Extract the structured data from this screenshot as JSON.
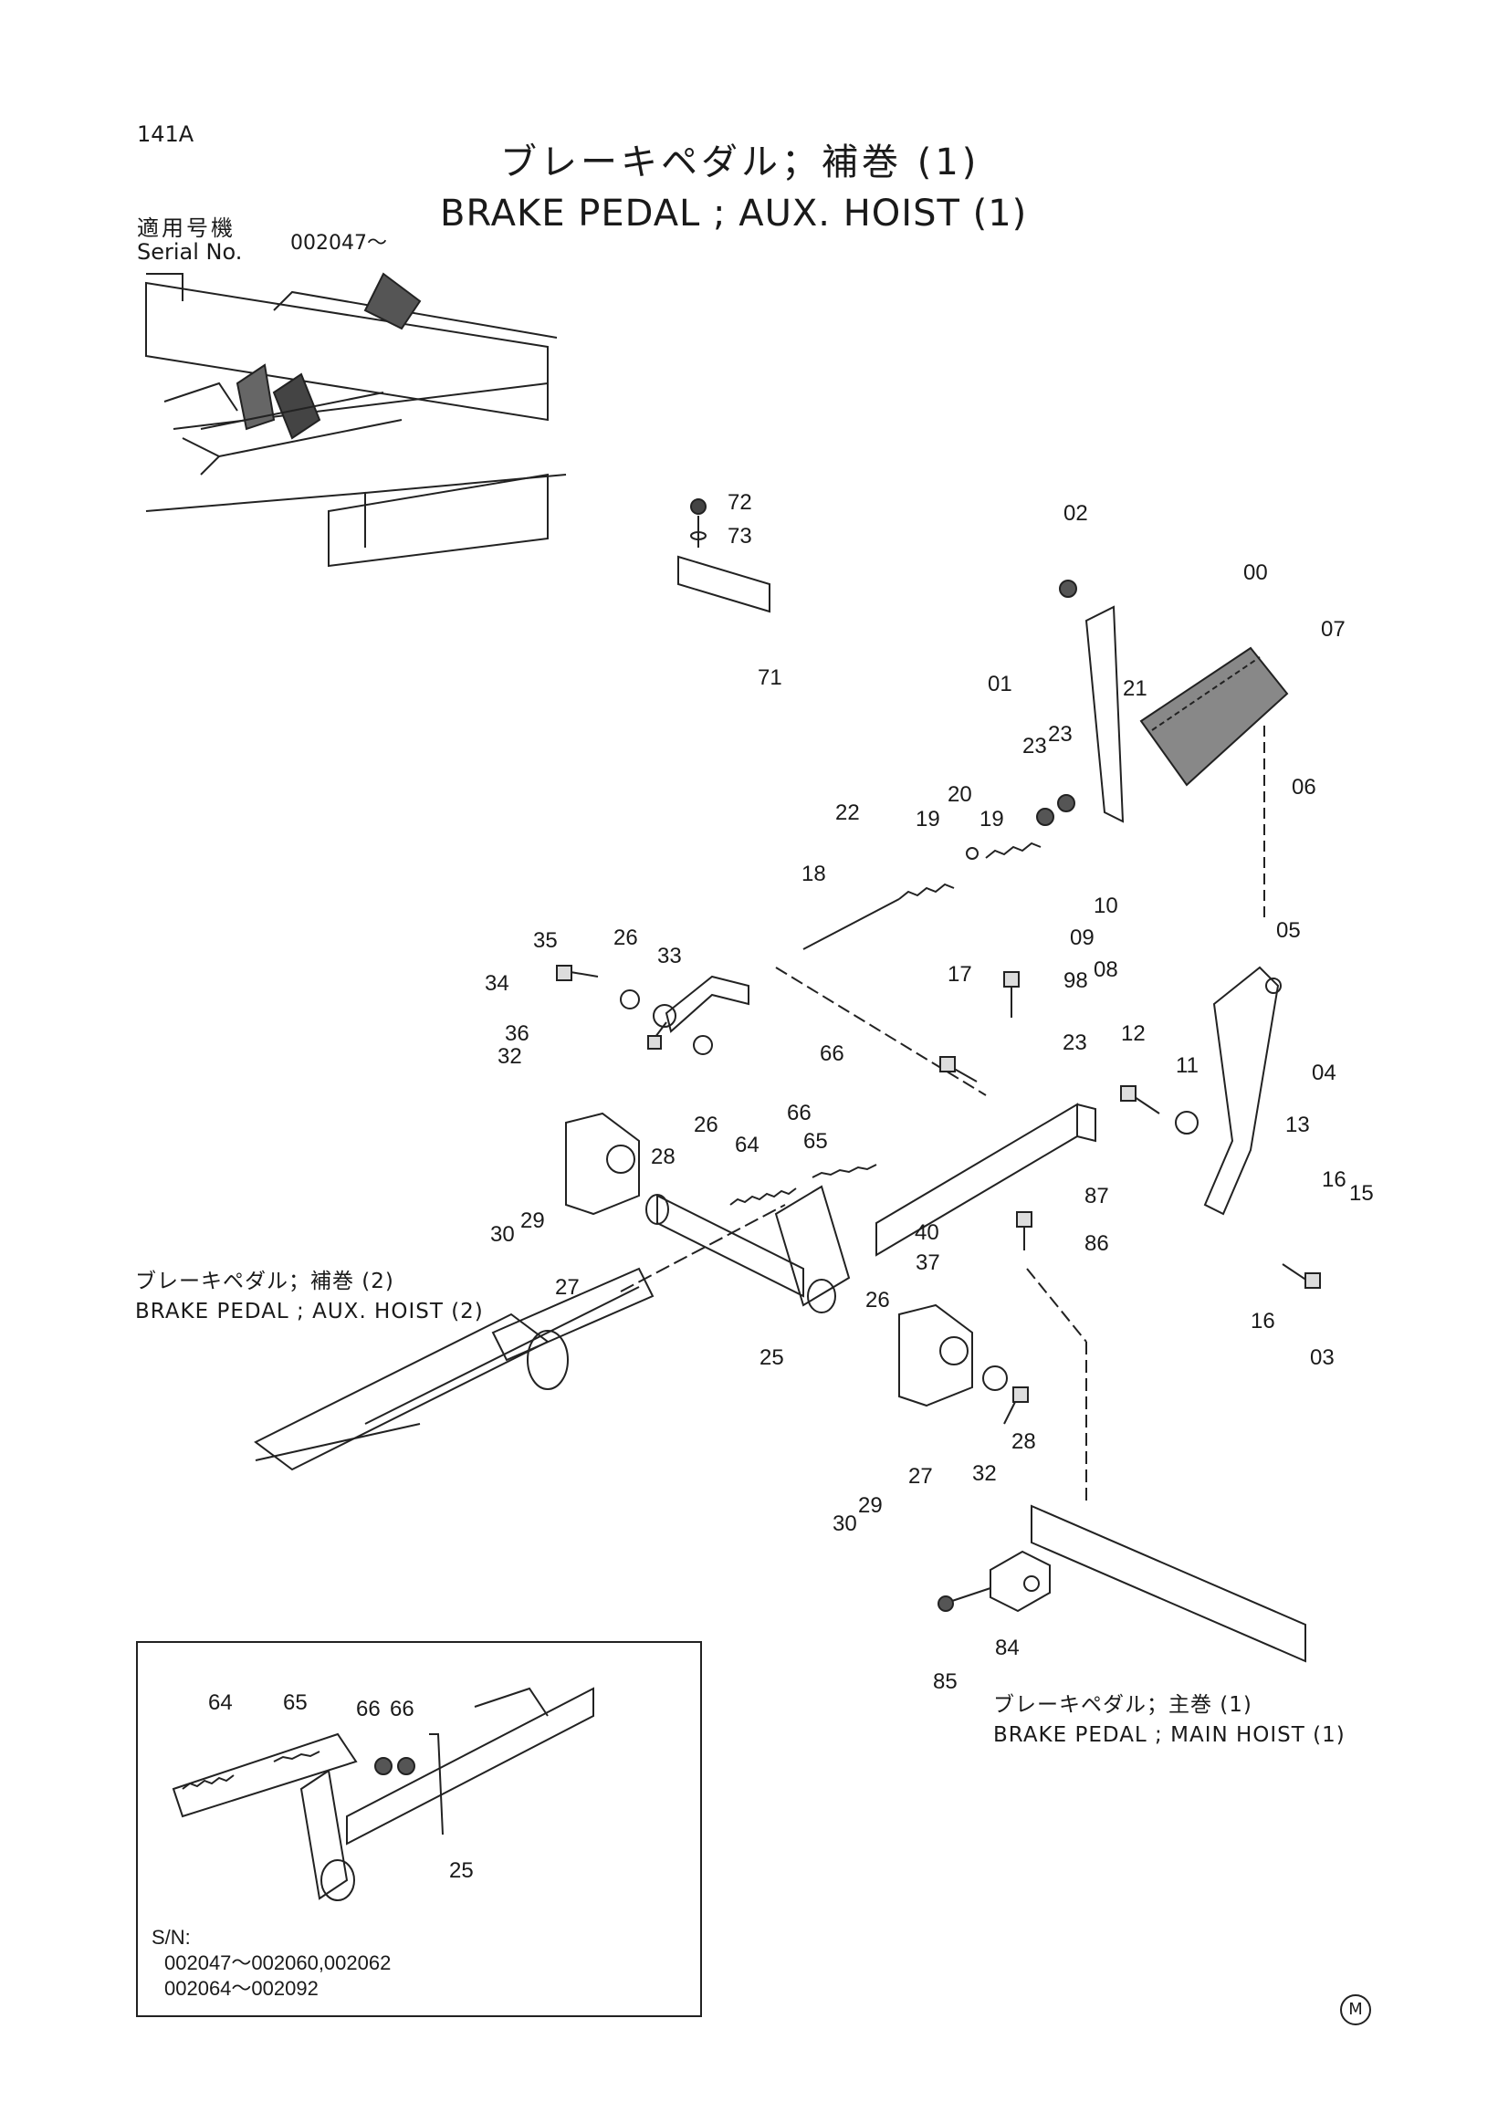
{
  "page": {
    "number": "141A",
    "title_jp": "ブレーキペダル；補巻 (1)",
    "title_en": "BRAKE  PEDAL ;  AUX.  HOIST (1)",
    "serial_label_jp": "適用号機",
    "serial_label_en": "Serial No.",
    "serial_value": "002047～"
  },
  "references": {
    "aux_hoist_2_jp": "ブレーキペダル；補巻 (2)",
    "aux_hoist_2_en": "BRAKE  PEDAL ; AUX.  HOIST  (2)",
    "main_hoist_1_jp": "ブレーキペダル；主巻 (1)",
    "main_hoist_1_en": "BRAKE  PEDAL ;  MAIN  HOIST  (1)"
  },
  "inset": {
    "sn_label": "S/N:",
    "sn_line1": "002047～002060,002062",
    "sn_line2": "002064～002092"
  },
  "part_labels": [
    "72",
    "73",
    "71",
    "02",
    "00",
    "07",
    "01",
    "21",
    "06",
    "23",
    "23",
    "19",
    "20",
    "19",
    "22",
    "18",
    "10",
    "09",
    "08",
    "05",
    "04",
    "17",
    "98",
    "23",
    "12",
    "11",
    "13",
    "16",
    "15",
    "03",
    "16",
    "35",
    "26",
    "33",
    "34",
    "36",
    "32",
    "28",
    "26",
    "66",
    "66",
    "65",
    "64",
    "30",
    "29",
    "27",
    "87",
    "40",
    "86",
    "37",
    "26",
    "25",
    "28",
    "32",
    "30",
    "29",
    "27",
    "84",
    "85",
    "64",
    "65",
    "66",
    "66",
    "25"
  ],
  "symbol_mark": "M"
}
